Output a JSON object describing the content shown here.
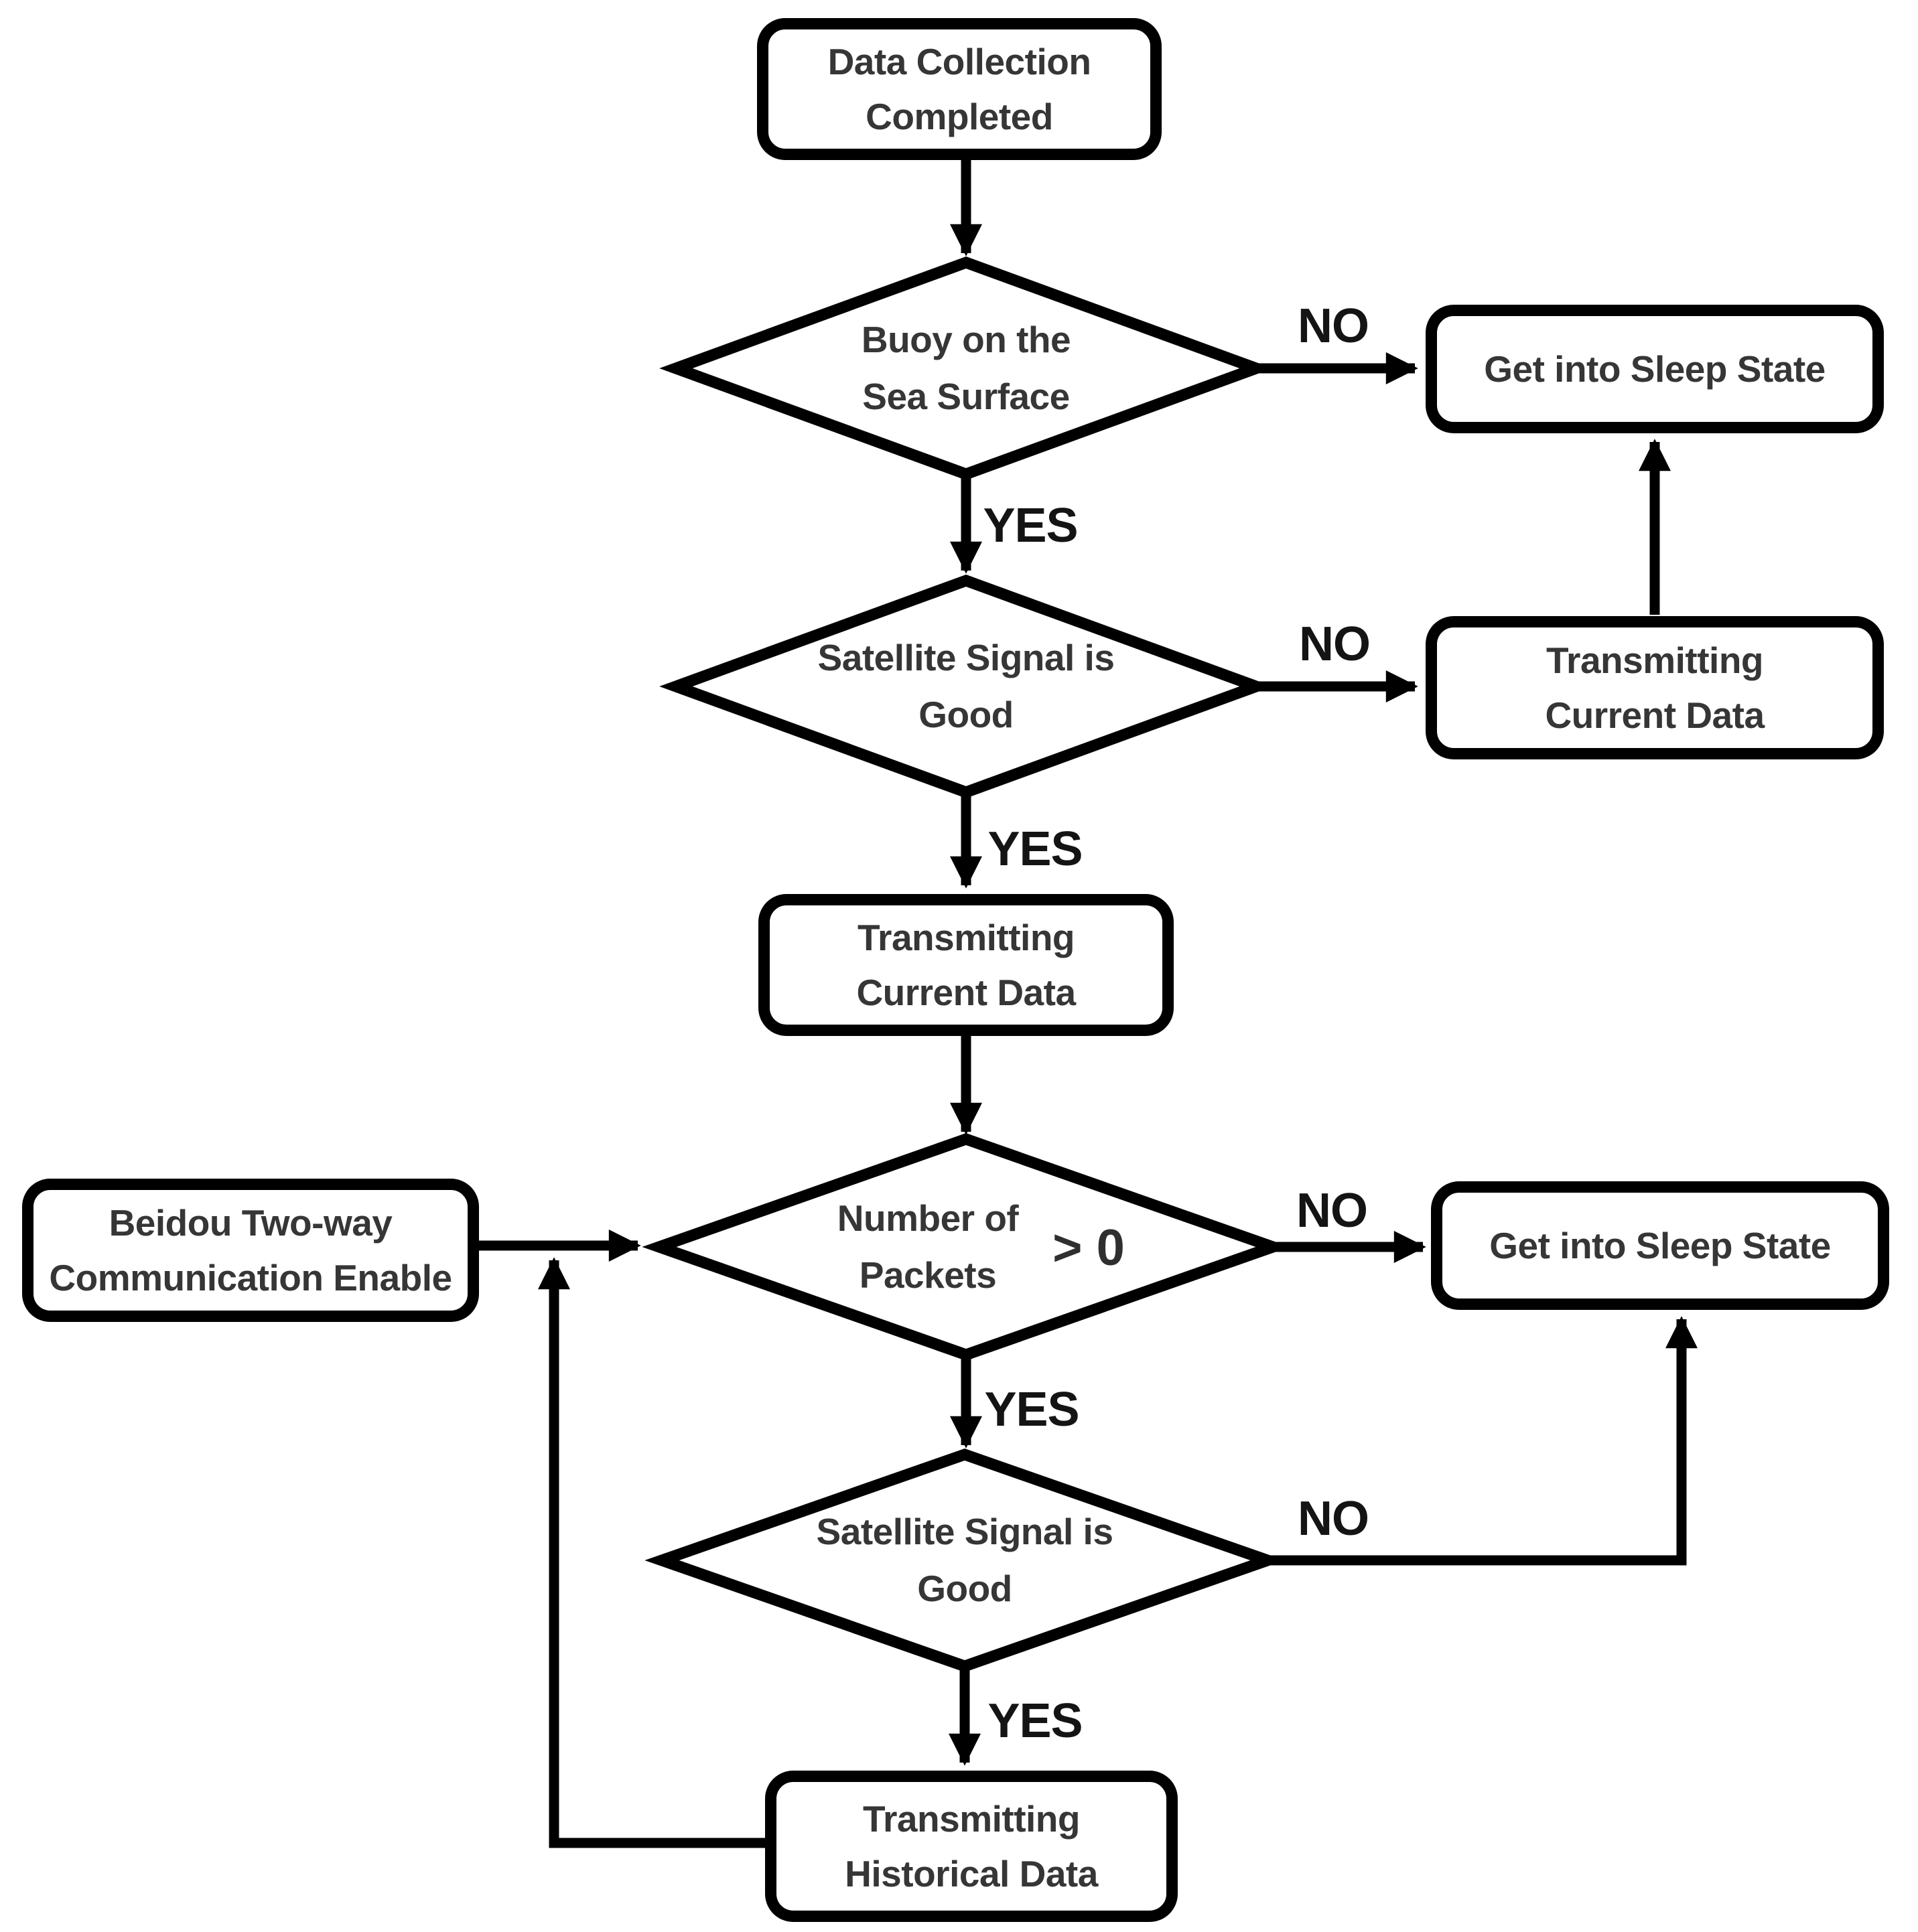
{
  "nodes": {
    "data_collection": {
      "label": "Data Collection\nCompleted"
    },
    "buoy_on_surface": {
      "label": "Buoy on the\nSea Surface"
    },
    "sleep_state_top": {
      "label": "Get into Sleep State"
    },
    "satellite_good_1": {
      "label": "Satellite Signal is\nGood"
    },
    "transmit_current_right": {
      "label": "Transmitting\nCurrent Data"
    },
    "transmit_current_center": {
      "label": "Transmitting\nCurrent Data"
    },
    "number_of_packets": {
      "label": "Number of\nPackets",
      "condition": "> 0"
    },
    "beidou_enable": {
      "label": "Beidou Two-way\nCommunication Enable"
    },
    "sleep_state_mid": {
      "label": "Get into Sleep State"
    },
    "satellite_good_2": {
      "label": "Satellite Signal is\nGood"
    },
    "transmit_historical": {
      "label": "Transmitting\nHistorical Data"
    }
  },
  "edge_labels": {
    "buoy_no": "NO",
    "buoy_yes": "YES",
    "satellite1_no": "NO",
    "satellite1_yes": "YES",
    "packets_no": "NO",
    "packets_yes": "YES",
    "satellite2_no": "NO",
    "satellite2_yes": "YES"
  },
  "colors": {
    "stroke": "#000000",
    "node_text": "#363636",
    "label_text": "#141414",
    "background": "#ffffff"
  }
}
